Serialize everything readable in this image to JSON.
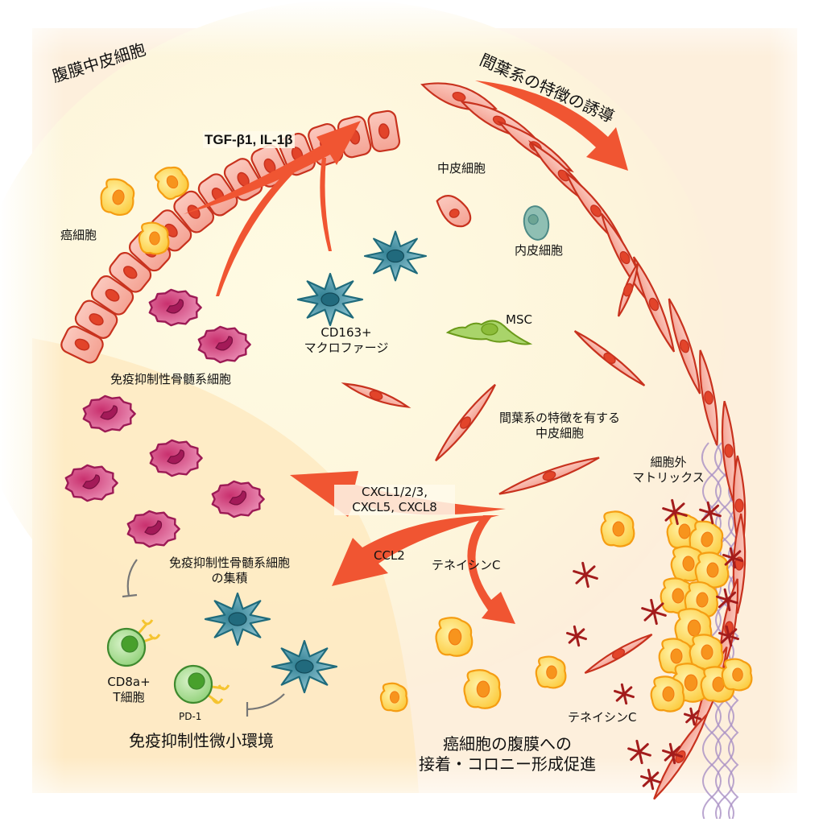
{
  "colors": {
    "background_warm": "#fdf1dc",
    "background_inner": "#fdf8e0",
    "arrow": "#f05532",
    "mesothelial_fill": "#f7b0a4",
    "mesothelial_stroke": "#c8321e",
    "nucleus": "#e2442a",
    "cancer_fill": "#fcd860",
    "cancer_stroke": "#f59d12",
    "cancer_nucleus": "#f7941d",
    "macrophage_fill": "#4a9aab",
    "macrophage_stroke": "#1f6b7c",
    "myeloid_fill": "#d9528a",
    "myeloid_stroke": "#9c1a55",
    "tcell_fill": "#9ed88a",
    "tcell_stroke": "#3f8a2e",
    "receptor": "#f5c430",
    "msc_fill": "#a9d46a",
    "msc_stroke": "#6b9a1a",
    "endothelial_fill": "#8fbfb3",
    "endothelial_stroke": "#4d8a86",
    "tenascin": "#a31c1c",
    "ecm_fiber": "#a990c4",
    "inhibit_line": "#777777"
  },
  "labels": {
    "peritoneal_mesothelium": "腹膜中皮細胞",
    "emt_induction": "間葉系の特徴の誘導",
    "tgf": "TGF-β1, IL-1β",
    "cancer_cells": "癌細胞",
    "mesothelial_cell": "中皮細胞",
    "endothelial_cell": "内皮細胞",
    "msc": "MSC",
    "macrophage_line1": "CD163+",
    "macrophage_line2": "マクロファージ",
    "myeloid": "免疫抑制性骨髄系細胞",
    "mesenchymal_meso_line1": "間葉系の特徴を有する",
    "mesenchymal_meso_line2": "中皮細胞",
    "ecm_line1": "細胞外",
    "ecm_line2": "マトリックス",
    "cxcl_line1": "CXCL1/2/3,",
    "cxcl_line2": "CXCL5, CXCL8",
    "ccl2": "CCL2",
    "tenascin_c_1": "テネイシンC",
    "accumulation_line1": "免疫抑制性骨髄系細胞",
    "accumulation_line2": "の集積",
    "cd8_line1": "CD8a+",
    "cd8_line2": "T細胞",
    "pd1": "PD-1",
    "immunosuppressive_env": "免疫抑制性微小環境",
    "tenascin_c_2": "テネイシンC",
    "adhesion_line1": "癌細胞の腹膜への",
    "adhesion_line2": "接着・コロニー形成促進"
  }
}
